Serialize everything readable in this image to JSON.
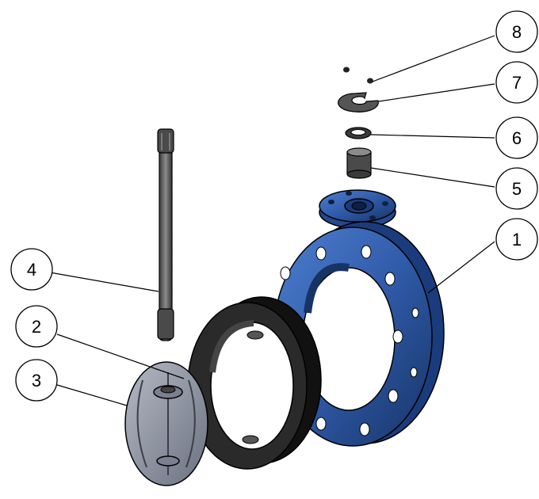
{
  "callouts": [
    {
      "label": "1"
    },
    {
      "label": "2"
    },
    {
      "label": "3"
    },
    {
      "label": "4"
    },
    {
      "label": "5"
    },
    {
      "label": "6"
    },
    {
      "label": "7"
    },
    {
      "label": "8"
    }
  ],
  "colors": {
    "body_blue": "#2f5aa8",
    "body_blue_dark": "#1b3c7c",
    "liner_black": "#1a1a1a",
    "disc_gray": "#8f95a3",
    "stem_gray": "#5a5a5a",
    "line": "#000000"
  }
}
